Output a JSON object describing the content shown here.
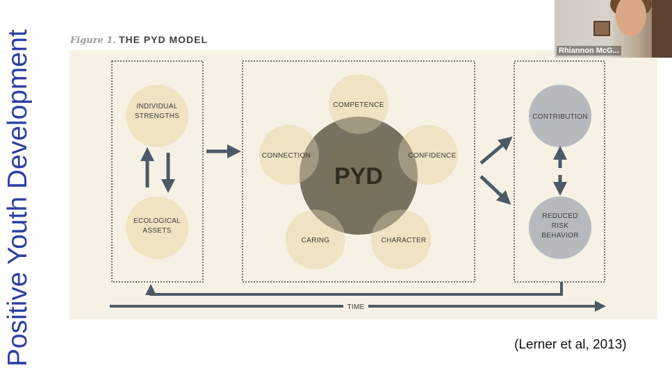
{
  "side_title": "Positive Youth Development",
  "figure": {
    "label": "Figure 1.",
    "title": "THE PYD MODEL"
  },
  "diagram": {
    "left_panel": {
      "top": "INDIVIDUAL STRENGTHS",
      "bottom": "ECOLOGICAL ASSETS"
    },
    "center": "PYD",
    "five_cs": [
      "COMPETENCE",
      "CONFIDENCE",
      "CHARACTER",
      "CARING",
      "CONNECTION"
    ],
    "right_panel": {
      "top": "CONTRIBUTION",
      "bottom": "REDUCED RISK BEHAVIOR"
    },
    "timeline_label": "TIME",
    "colors": {
      "background": "#f6f1e4",
      "tan": "#efe3c2",
      "dark": "#6b6351",
      "grey": "#b7babd",
      "arrow": "#4b5a68"
    }
  },
  "citation": "(Lerner et al, 2013)",
  "webcam": {
    "name": "Rhiannon McG..."
  }
}
